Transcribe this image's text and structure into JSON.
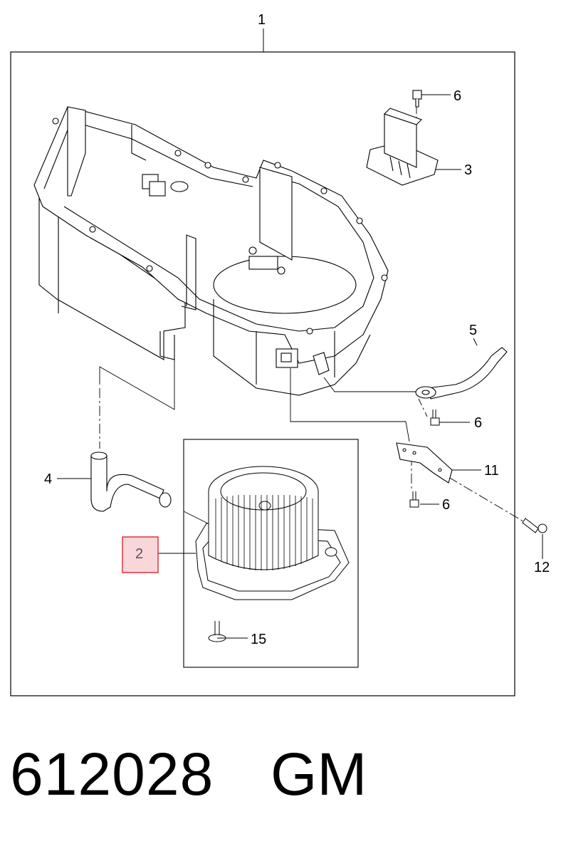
{
  "diagram": {
    "callouts": {
      "c1": "1",
      "c2": "2",
      "c3": "3",
      "c4": "4",
      "c5": "5",
      "c6a": "6",
      "c6b": "6",
      "c6c": "6",
      "c11": "11",
      "c12": "12",
      "c15": "15"
    },
    "highlight_color": "#e0343c",
    "highlight_fill": "#f9d6d8"
  },
  "footer": {
    "part_number": "612028",
    "brand": "GM"
  }
}
